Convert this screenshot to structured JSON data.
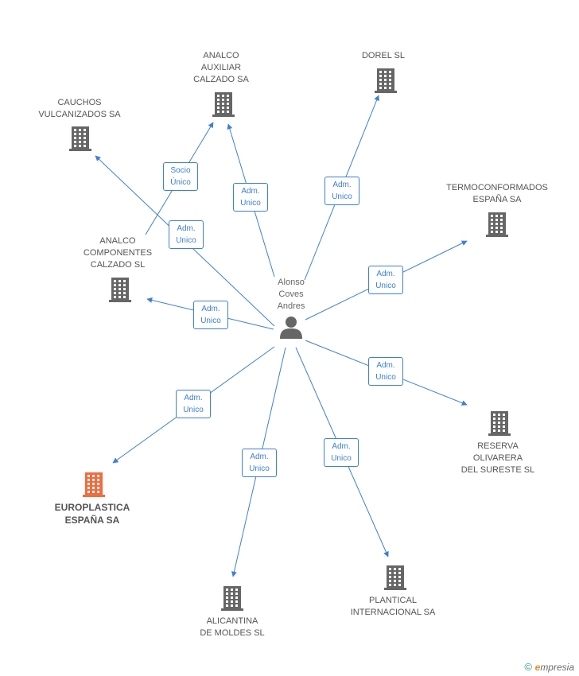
{
  "center": {
    "name": "Alonso\nCoves\nAndres",
    "icon": "person-icon"
  },
  "nodes": [
    {
      "id": "analco-auxiliar",
      "label": "ANALCO\nAUXILIAR\nCALZADO SA",
      "icon": "building-icon",
      "color": "#666666"
    },
    {
      "id": "dorel",
      "label": "DOREL SL",
      "icon": "building-icon",
      "color": "#666666"
    },
    {
      "id": "cauchos",
      "label": "CAUCHOS\nVULCANIZADOS SA",
      "icon": "building-icon",
      "color": "#666666"
    },
    {
      "id": "termoconformados",
      "label": "TERMOCONFORMADOS\nESPAÑA SA",
      "icon": "building-icon",
      "color": "#666666"
    },
    {
      "id": "analco-componentes",
      "label": "ANALCO\nCOMPONENTES\nCALZADO SL",
      "icon": "building-icon",
      "color": "#666666"
    },
    {
      "id": "reserva",
      "label": "RESERVA\nOLIVARERA\nDEL SURESTE SL",
      "icon": "building-icon",
      "color": "#666666"
    },
    {
      "id": "europlastica",
      "label": "EUROPLASTICA\nESPAÑA SA",
      "icon": "building-icon",
      "color": "#f26c3d",
      "highlight": true
    },
    {
      "id": "alicantina",
      "label": "ALICANTINA\nDE MOLDES SL",
      "icon": "building-icon",
      "color": "#666666"
    },
    {
      "id": "plantical",
      "label": "PLANTICAL\nINTERNACIONAL SA",
      "icon": "building-icon",
      "color": "#666666"
    }
  ],
  "edges": [
    {
      "id": "e-socio",
      "label": "Socio\nÚnico"
    },
    {
      "id": "e-aux",
      "label": "Adm.\nUnico"
    },
    {
      "id": "e-dorel",
      "label": "Adm.\nUnico"
    },
    {
      "id": "e-cauchos",
      "label": "Adm.\nUnico"
    },
    {
      "id": "e-termo",
      "label": "Adm.\nUnico"
    },
    {
      "id": "e-comp",
      "label": "Adm.\nUnico"
    },
    {
      "id": "e-reserva",
      "label": "Adm.\nUnico"
    },
    {
      "id": "e-euro",
      "label": "Adm.\nUnico"
    },
    {
      "id": "e-alic",
      "label": "Adm.\nUnico"
    },
    {
      "id": "e-plant",
      "label": "Adm.\nUnico"
    }
  ],
  "colors": {
    "edge": "#3e7fd6",
    "building": "#666666",
    "highlight": "#f26c3d"
  },
  "footer": {
    "copyright": "©",
    "brand_initial": "e",
    "brand_rest": "mpresia"
  }
}
